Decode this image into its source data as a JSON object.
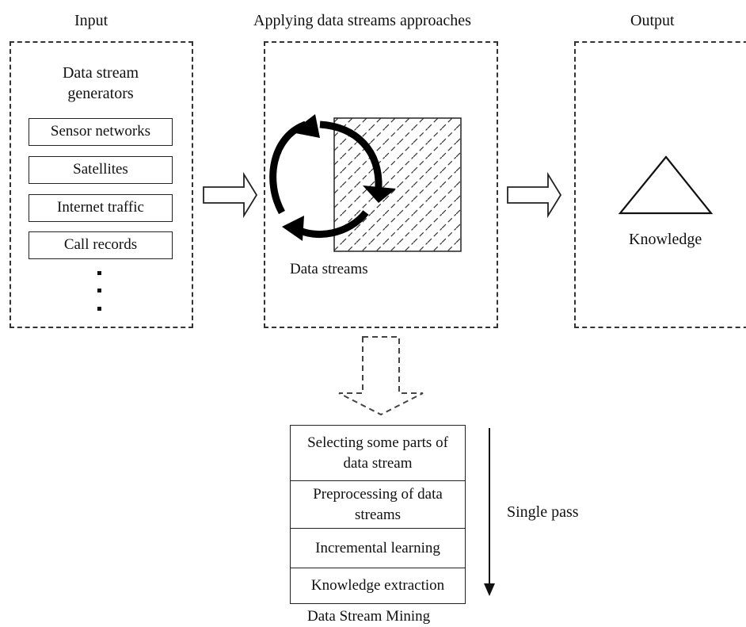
{
  "input": {
    "title": "Input",
    "generators_title_line1": "Data stream",
    "generators_title_line2": "generators",
    "sources": [
      "Sensor networks",
      "Satellites",
      "Internet traffic",
      "Call records"
    ]
  },
  "process": {
    "title": "Applying data streams approaches",
    "caption": "Data streams"
  },
  "output": {
    "title": "Output",
    "caption": "Knowledge"
  },
  "mining": {
    "steps": [
      {
        "line1": "Selecting some parts of",
        "line2": "data stream"
      },
      {
        "line1": "Preprocessing of data",
        "line2": "streams"
      },
      {
        "line1": "Incremental learning",
        "line2": ""
      },
      {
        "line1": "Knowledge extraction",
        "line2": ""
      }
    ],
    "pass_label": "Single pass",
    "caption": "Data Stream Mining"
  }
}
